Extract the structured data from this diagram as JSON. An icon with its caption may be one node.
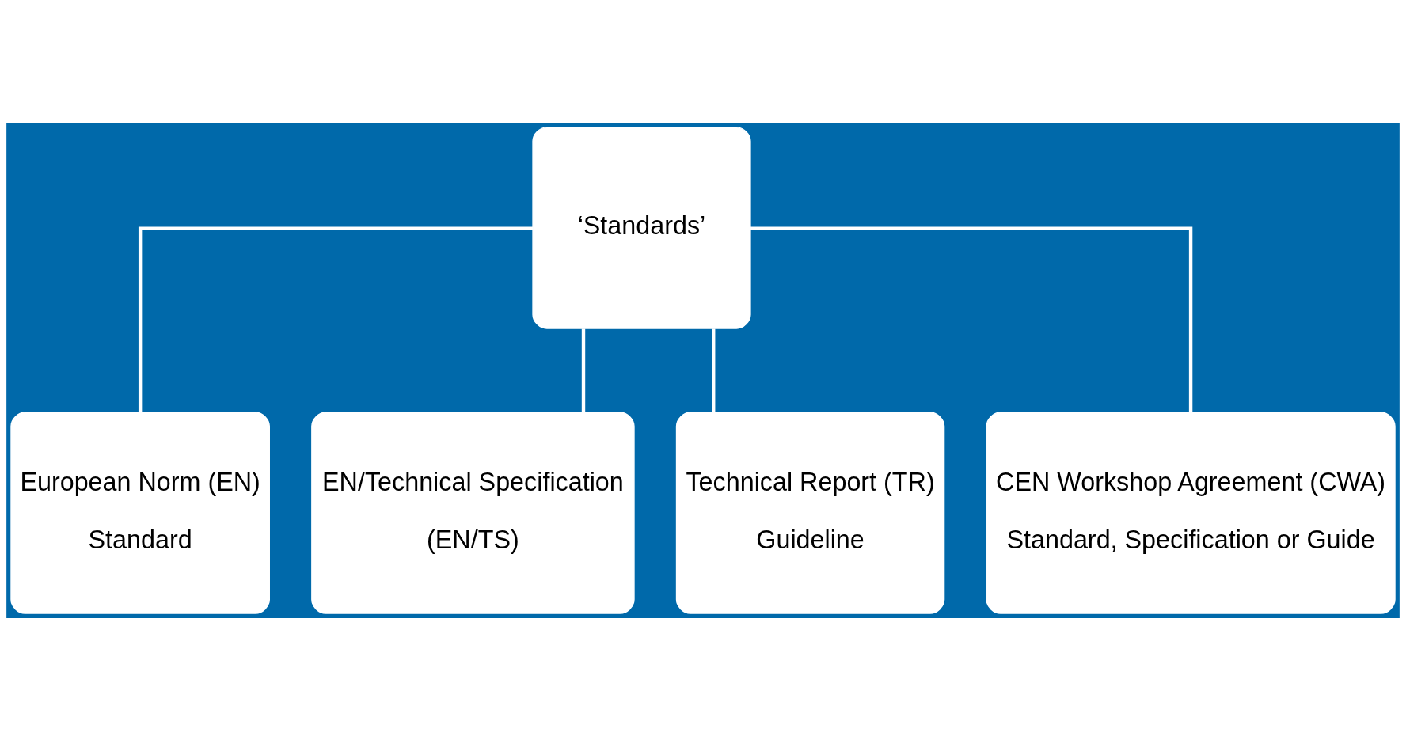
{
  "diagram": {
    "nodes": [
      {
        "text": [
          "‘Standards’"
        ]
      },
      {
        "text": [
          "European Norm (EN)",
          "Standard"
        ]
      },
      {
        "text": [
          "EN/Technical Specification",
          "(EN/TS)"
        ]
      },
      {
        "text": [
          "Technical Report (TR)",
          "Guideline"
        ]
      },
      {
        "text": [
          "CEN Workshop Agreement (CWA)",
          "Standard, Specification or Guide"
        ]
      }
    ],
    "edges": [
      {
        "from": 0,
        "to": 1,
        "arrow": "none"
      },
      {
        "from": 0,
        "to": 2,
        "arrow": "none"
      },
      {
        "from": 0,
        "to": 3,
        "arrow": "none"
      },
      {
        "from": 0,
        "to": 4,
        "arrow": "none"
      }
    ]
  }
}
